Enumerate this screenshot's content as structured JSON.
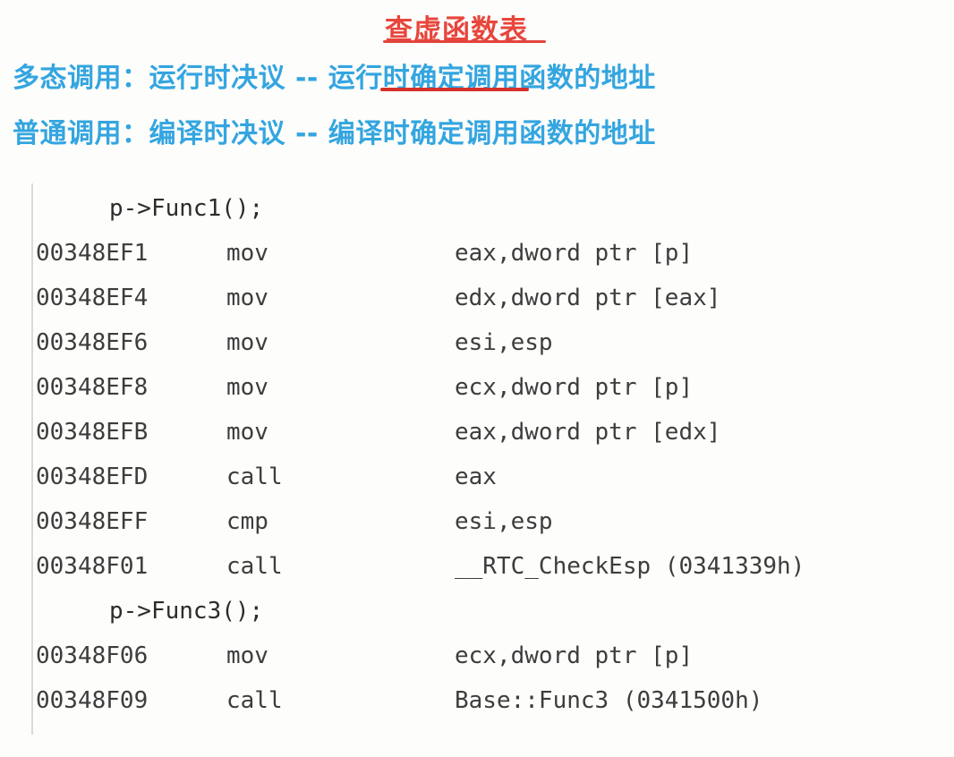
{
  "header": {
    "red_title": "查虚函数表",
    "lines": [
      {
        "text": "多态调用：运行时决议 -- 运行时确定调用函数的地址",
        "color": "#34a5e0"
      },
      {
        "text": "普通调用：编译时决议 -- 编译时确定调用函数的地址",
        "color": "#34a5e0"
      }
    ],
    "accent_red": "#e8453c",
    "accent_blue": "#34a5e0"
  },
  "code": {
    "rows": [
      {
        "kind": "source",
        "source": "p->Func1();"
      },
      {
        "kind": "asm",
        "address": "00348EF1",
        "mnemonic": "mov",
        "operands": "eax,dword ptr [p]"
      },
      {
        "kind": "asm",
        "address": "00348EF4",
        "mnemonic": "mov",
        "operands": "edx,dword ptr [eax]"
      },
      {
        "kind": "asm",
        "address": "00348EF6",
        "mnemonic": "mov",
        "operands": "esi,esp"
      },
      {
        "kind": "asm",
        "address": "00348EF8",
        "mnemonic": "mov",
        "operands": "ecx,dword ptr [p]"
      },
      {
        "kind": "asm",
        "address": "00348EFB",
        "mnemonic": "mov",
        "operands": "eax,dword ptr [edx]"
      },
      {
        "kind": "asm",
        "address": "00348EFD",
        "mnemonic": "call",
        "operands": "eax"
      },
      {
        "kind": "asm",
        "address": "00348EFF",
        "mnemonic": "cmp",
        "operands": "esi,esp"
      },
      {
        "kind": "asm",
        "address": "00348F01",
        "mnemonic": "call",
        "operands": "__RTC_CheckEsp (0341339h)"
      },
      {
        "kind": "source",
        "source": "p->Func3();"
      },
      {
        "kind": "asm",
        "address": "00348F06",
        "mnemonic": "mov",
        "operands": "ecx,dword ptr [p]"
      },
      {
        "kind": "asm",
        "address": "00348F09",
        "mnemonic": "call",
        "operands": "Base::Func3 (0341500h)"
      }
    ]
  }
}
